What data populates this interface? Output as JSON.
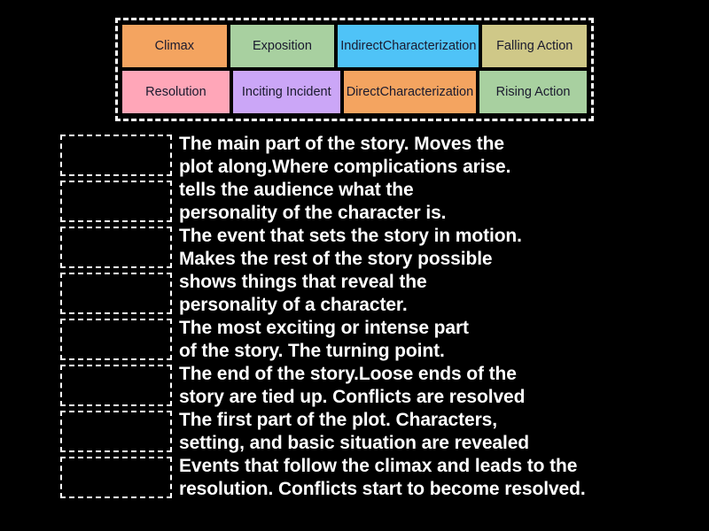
{
  "background_color": "#000000",
  "tile_tray": {
    "border_style": "dashed-white",
    "rows": [
      [
        {
          "label": "Climax",
          "color": "#F4A460"
        },
        {
          "label": "Exposition",
          "color": "#A8D0A0"
        },
        {
          "label": "Indirect\nCharacterization",
          "color": "#4FC3F7"
        },
        {
          "label": "Falling Action",
          "color": "#CFC888"
        }
      ],
      [
        {
          "label": "Resolution",
          "color": "#FFA6B8"
        },
        {
          "label": "Inciting Incident",
          "color": "#CBA6F7"
        },
        {
          "label": "Direct\nCharacterization",
          "color": "#F4A460"
        },
        {
          "label": "Rising Action",
          "color": "#A8D0A0"
        }
      ]
    ]
  },
  "answers": [
    {
      "drop_zone": "",
      "text": "The main part of the story. Moves the\nplot along.Where complications arise."
    },
    {
      "drop_zone": "",
      "text": "tells the audience what the\npersonality of the character is."
    },
    {
      "drop_zone": "",
      "text": "The event that sets the story in motion.\nMakes the rest of the story possible"
    },
    {
      "drop_zone": "",
      "text": "shows things that reveal the\npersonality of a character."
    },
    {
      "drop_zone": "",
      "text": "The most exciting or intense part\nof the story. The turning point."
    },
    {
      "drop_zone": "",
      "text": "The end of the story.Loose ends of the\nstory are tied up. Conflicts are resolved"
    },
    {
      "drop_zone": "",
      "text": "The first part of the plot. Characters,\nsetting, and basic situation are revealed"
    },
    {
      "drop_zone": "",
      "text": "Events that follow the climax and leads to the\nresolution. Conflicts start to become resolved."
    }
  ]
}
